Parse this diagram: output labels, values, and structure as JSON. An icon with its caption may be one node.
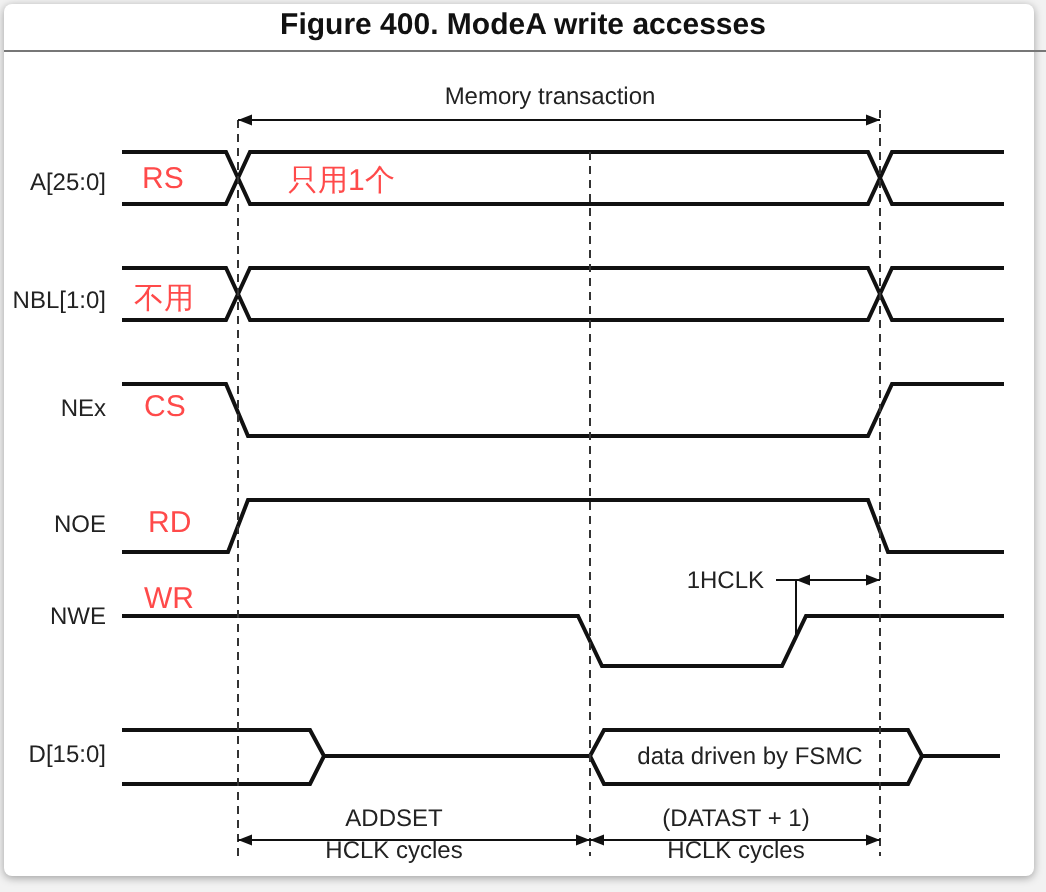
{
  "diagram": {
    "title": "Figure 400. ModeA write accesses",
    "labels": [
      "Memory transaction",
      "A[25:0]",
      "RS",
      "只用1个",
      "NBL[1:0]",
      "不用",
      "NEx",
      "CS",
      "NOE",
      "RD",
      "1HCLK",
      "WR",
      "NWE",
      "D[15:0]",
      "data driven by FSMC",
      "ADDSET HCLK cycles",
      "(DATAST + 1) HCLK cycles"
    ]
  }
}
